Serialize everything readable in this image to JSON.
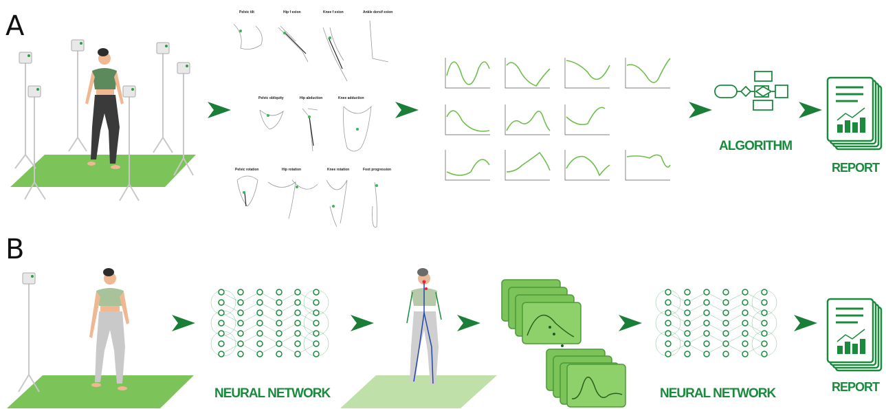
{
  "panels": {
    "a": "A",
    "b": "B"
  },
  "row_a": {
    "joint_labels": [
      "Pelvic tilt",
      "Hip f exion",
      "Knee f exion",
      "Ankle dorsif exion",
      "Pelvic obliquity",
      "Hip abduction",
      "Knee adduction",
      "Pelvic rotation",
      "Hip rotation",
      "Knee rotation",
      "Foot progression"
    ],
    "algorithm_label": "ALGORITHM",
    "report_label": "REPORT"
  },
  "row_b": {
    "neural_network_label_1": "NEURAL NETWORK",
    "neural_network_label_2": "NEURAL NETWORK",
    "report_label": "REPORT"
  },
  "colors": {
    "green": "#1a8a3c",
    "floor": "#7cc35a",
    "light_floor": "#bfe0a8",
    "curve": "#6cc04a"
  }
}
